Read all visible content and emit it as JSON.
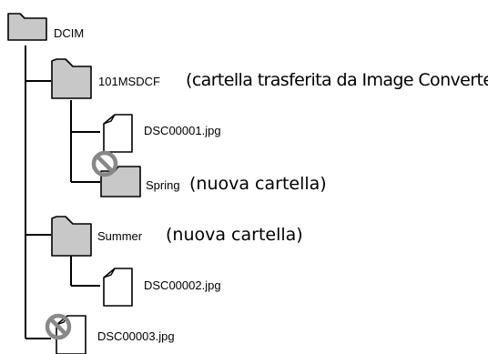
{
  "tree": {
    "root": {
      "name": "DCIM"
    },
    "folder_101": {
      "name": "101MSDCF",
      "note": "(cartella trasferita da Image Converter)"
    },
    "file_1": {
      "name": "DSC00001.jpg"
    },
    "folder_spring": {
      "name": "Spring",
      "note": "(nuova cartella)",
      "prohibited": true
    },
    "folder_summer": {
      "name": "Summer",
      "note": "(nuova cartella)"
    },
    "file_2": {
      "name": "DSC00002.jpg"
    },
    "file_3": {
      "name": "DSC00003.jpg",
      "prohibited": true
    }
  },
  "colors": {
    "folder_fill": "#c8c8c8",
    "folder_stroke": "#000000",
    "line": "#000000",
    "prohibit": "#888888"
  }
}
